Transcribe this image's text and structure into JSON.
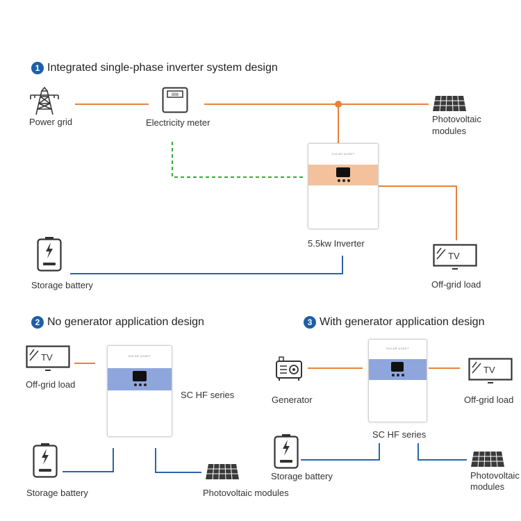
{
  "colors": {
    "grid_line": "#e8813a",
    "battery_line": "#2a64a8",
    "signal_line": "#3ba63b",
    "accent_orange": "#f3c29d",
    "accent_blue": "#8ea6dc",
    "number_badge": "#1f5fa8"
  },
  "section1": {
    "number": "1",
    "title": "Integrated single-phase inverter system design",
    "power_grid": "Power grid",
    "electricity_meter": "Electricity meter",
    "pv_line1": "Photovoltaic",
    "pv_line2": "modules",
    "inverter": "5.5kw Inverter",
    "storage_battery": "Storage battery",
    "offgrid_load": "Off-grid load",
    "tv_text": "TV"
  },
  "section2": {
    "number": "2",
    "title": "No generator application design",
    "offgrid_load": "Off-grid load",
    "series": "SC HF series",
    "storage_battery": "Storage battery",
    "pv_modules": "Photovoltaic modules",
    "tv_text": "TV"
  },
  "section3": {
    "number": "3",
    "title": "With generator application design",
    "generator": "Generator",
    "offgrid_load": "Off-grid load",
    "series": "SC HF series",
    "storage_battery": "Storage battery",
    "pv_line1": "Photovoltaic",
    "pv_line2": "modules",
    "tv_text": "TV"
  },
  "icons": [
    "power-tower-icon",
    "electricity-meter-icon",
    "solar-panel-icon",
    "inverter-icon",
    "battery-icon",
    "tv-icon",
    "generator-icon"
  ]
}
